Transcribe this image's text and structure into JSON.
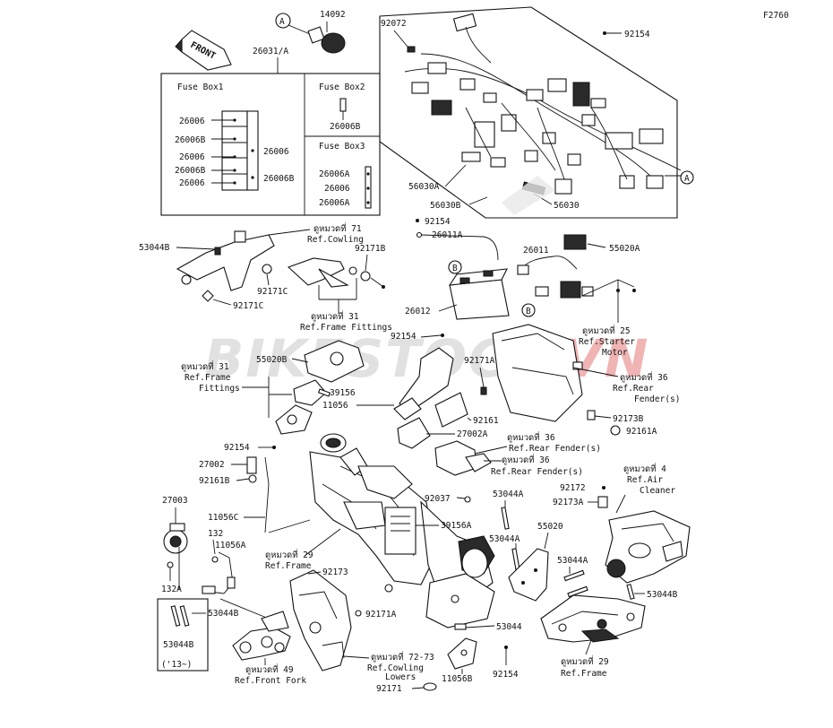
{
  "figure_code": "F2760",
  "front_label": "FRONT",
  "fuse_boxes": {
    "box1": {
      "title": "Fuse Box1",
      "left_labels": [
        "26006",
        "26006B",
        "26006",
        "26006B",
        "26006"
      ],
      "right_labels": [
        "26006",
        "26006B"
      ]
    },
    "box2": {
      "title": "Fuse Box2",
      "label": "26006B"
    },
    "box3": {
      "title": "Fuse Box3",
      "labels": [
        "26006A",
        "26006",
        "26006A"
      ]
    }
  },
  "callouts": {
    "p14092": "14092",
    "p26031A": "26031/A",
    "p92072": "92072",
    "p92154a": "92154",
    "p56030A": "56030A",
    "p56030B": "56030B",
    "p56030": "56030",
    "p53044B_a": "53044B",
    "p92171B": "92171B",
    "p92171C_a": "92171C",
    "p92171C_b": "92171C",
    "p92154b": "92154",
    "p26011A": "26011A",
    "p26011": "26011",
    "p55020A": "55020A",
    "p26012": "26012",
    "p92154c": "92154",
    "p92171A_a": "92171A",
    "p55020B": "55020B",
    "p39156": "39156",
    "p11056": "11056",
    "p92161": "92161",
    "p27002A": "27002A",
    "p92173B": "92173B",
    "p92161A": "92161A",
    "p92154d": "92154",
    "p27002": "27002",
    "p92161B": "92161B",
    "p11056C": "11056C",
    "p27003": "27003",
    "p132": "132",
    "p11056A": "11056A",
    "p132A": "132A",
    "p92037": "92037",
    "p39156A": "39156A",
    "p53044A_a": "53044A",
    "p53044A_b": "53044A",
    "p55020": "55020",
    "p53044A_c": "53044A",
    "p92172": "92172",
    "p92173A": "92173A",
    "p53044B_b": "53044B",
    "p92173": "92173",
    "p92171A_b": "92171A",
    "p53044": "53044",
    "p53044B_c": "53044B",
    "p53044B_d": "53044B",
    "p13": "('13~)",
    "p92171": "92171",
    "p11056B": "11056B",
    "p92154e": "92154"
  },
  "refs": {
    "r71": {
      "title": "ดูหมวดที่ 71",
      "sub": [
        "Ref.Cowling"
      ]
    },
    "r31a": {
      "title": "ดูหมวดที่ 31",
      "sub": [
        "Ref.Frame Fittings"
      ]
    },
    "r25": {
      "title": "ดูหมวดที่ 25",
      "sub": [
        "Ref.Starter",
        "Motor"
      ]
    },
    "r36a": {
      "title": "ดูหมวดที่ 36",
      "sub": [
        "Ref.Rear",
        "Fender(s)"
      ]
    },
    "r31b": {
      "title": "ดูหมวดที่ 31",
      "sub": [
        "Ref.Frame",
        "Fittings"
      ]
    },
    "r36b": {
      "title": "ดูหมวดที่ 36",
      "sub": [
        "Ref.Rear Fender(s)"
      ]
    },
    "r36c": {
      "title": "ดูหมวดที่ 36",
      "sub": [
        "Ref.Rear Fender(s)"
      ]
    },
    "r4": {
      "title": "ดูหมวดที่ 4",
      "sub": [
        "Ref.Air",
        "Cleaner"
      ]
    },
    "r29a": {
      "title": "ดูหมวดที่ 29",
      "sub": [
        "Ref.Frame"
      ]
    },
    "r49": {
      "title": "ดูหมวดที่ 49",
      "sub": [
        "Ref.Front Fork"
      ]
    },
    "r7273": {
      "title": "ดูหมวดที่ 72-73",
      "sub": [
        "Ref.Cowling",
        "Lowers"
      ]
    },
    "r29b": {
      "title": "ดูหมวดที่ 29",
      "sub": [
        "Ref.Frame"
      ]
    }
  },
  "markers": {
    "A": "A",
    "B": "B"
  },
  "watermark": {
    "part1": "BIKESTOCK",
    "part2": "VN"
  }
}
